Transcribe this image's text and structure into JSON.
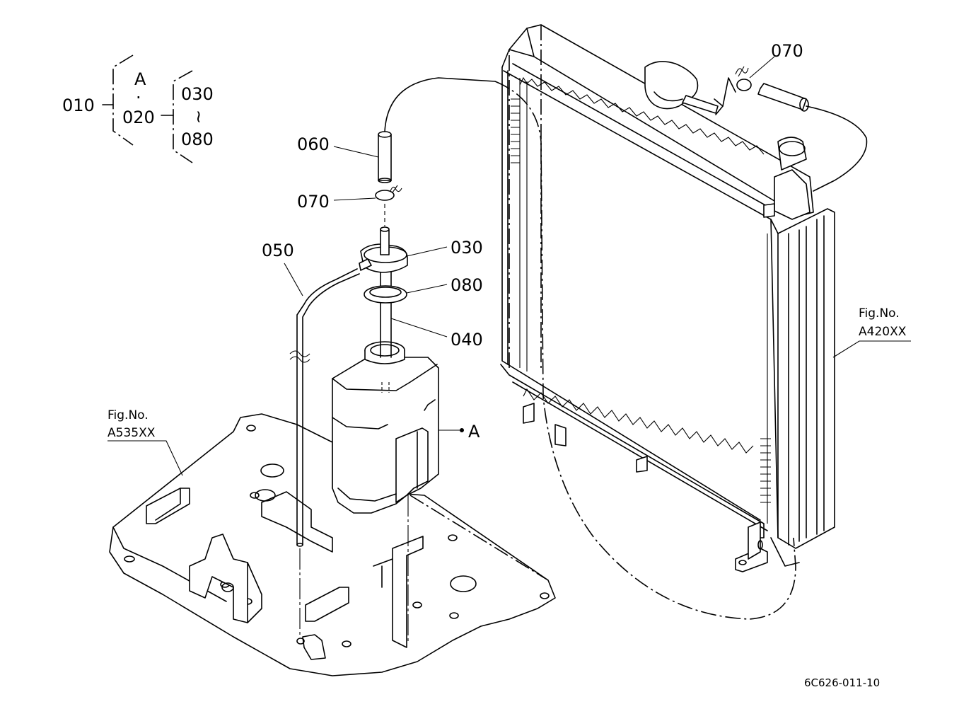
{
  "callouts": {
    "c010": "010",
    "cA": "A",
    "cDot": "·",
    "c020": "020",
    "c030_range": "030",
    "cTilde": "~",
    "c080_range": "080",
    "c060": "060",
    "c070_left": "070",
    "c070_right": "070",
    "c050": "050",
    "c030": "030",
    "c080": "080",
    "c040": "040",
    "cA_tank": "A"
  },
  "references": {
    "radiator_fig_label": "Fig.No.",
    "radiator_fig_code": "A420XX",
    "base_fig_label": "Fig.No.",
    "base_fig_code": "A535XX"
  },
  "drawing_number": "6C626-011-10"
}
